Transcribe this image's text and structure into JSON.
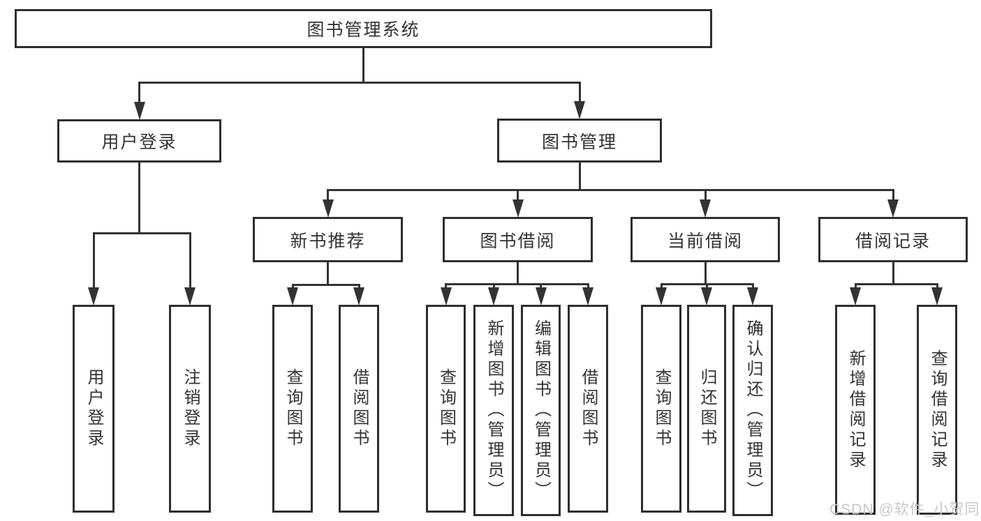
{
  "diagram": {
    "colors": {
      "line": "#333333",
      "box_border": "#2e2e2e",
      "box_background": "#ffffff",
      "text": "#333333",
      "watermark_text": "#c8c8c8"
    },
    "nodes": [
      {
        "id": "root",
        "label": "图书管理系统",
        "parent": null,
        "orientation": "horizontal"
      },
      {
        "id": "login",
        "label": "用户登录",
        "parent": "root",
        "orientation": "horizontal"
      },
      {
        "id": "mgmt",
        "label": "图书管理",
        "parent": "root",
        "orientation": "horizontal"
      },
      {
        "id": "newbook",
        "label": "新书推荐",
        "parent": "mgmt",
        "orientation": "horizontal"
      },
      {
        "id": "borrow",
        "label": "图书借阅",
        "parent": "mgmt",
        "orientation": "horizontal"
      },
      {
        "id": "current",
        "label": "当前借阅",
        "parent": "mgmt",
        "orientation": "horizontal"
      },
      {
        "id": "record",
        "label": "借阅记录",
        "parent": "mgmt",
        "orientation": "horizontal"
      },
      {
        "id": "login_do",
        "label": "用户登录",
        "parent": "login",
        "orientation": "vertical"
      },
      {
        "id": "login_out",
        "label": "注销登录",
        "parent": "login",
        "orientation": "vertical"
      },
      {
        "id": "nb_query",
        "label": "查询图书",
        "parent": "newbook",
        "orientation": "vertical"
      },
      {
        "id": "nb_borrow",
        "label": "借阅图书",
        "parent": "newbook",
        "orientation": "vertical"
      },
      {
        "id": "bw_query",
        "label": "查询图书",
        "parent": "borrow",
        "orientation": "vertical"
      },
      {
        "id": "bw_add",
        "label": "新增图书（管理员）",
        "parent": "borrow",
        "orientation": "vertical"
      },
      {
        "id": "bw_edit",
        "label": "编辑图书（管理员）",
        "parent": "borrow",
        "orientation": "vertical"
      },
      {
        "id": "bw_borrow",
        "label": "借阅图书",
        "parent": "borrow",
        "orientation": "vertical"
      },
      {
        "id": "cur_query",
        "label": "查询图书",
        "parent": "current",
        "orientation": "vertical"
      },
      {
        "id": "cur_return",
        "label": "归还图书",
        "parent": "current",
        "orientation": "vertical"
      },
      {
        "id": "cur_confirm",
        "label": "确认归还（管理员）",
        "parent": "current",
        "orientation": "vertical"
      },
      {
        "id": "rec_add",
        "label": "新增借阅记录",
        "parent": "record",
        "orientation": "vertical"
      },
      {
        "id": "rec_query",
        "label": "查询借阅记录",
        "parent": "record",
        "orientation": "vertical"
      }
    ],
    "watermark": "CSDN @软件_小贺同学"
  }
}
